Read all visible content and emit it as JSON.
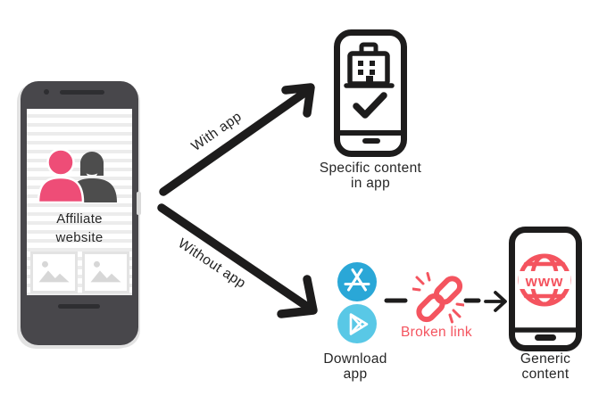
{
  "colors": {
    "ink": "#1d1c1c",
    "text": "#2b2b2b",
    "pink": "#ee4d77",
    "link-red": "#f4545f",
    "appstore-blue": "#2aa7d7",
    "play-cyan": "#59c8e6",
    "phone-dark": "#48474b",
    "screen-stripe": "#ececec",
    "placeholder-gray": "#d7d7d7",
    "placeholder-border": "#e3e3e3"
  },
  "affiliate": {
    "line1": "Affiliate",
    "line2": "website"
  },
  "labels": {
    "with_app": "With app",
    "without_app": "Without app",
    "broken": "Broken link"
  },
  "specific": {
    "line1": "Specific content",
    "line2": "in app"
  },
  "download": {
    "line1": "Download",
    "line2": "app"
  },
  "generic": {
    "line1": "Generic",
    "line2": "content"
  },
  "globe_text": "www",
  "icons": {
    "affiliate-users-icon": "two-person-silhouettes (pink front, gray back)",
    "image-placeholder-icon": "gray picture frame with mountains and dot",
    "app-store-icon": "white A-tools glyph on blue circle",
    "google-play-icon": "white play triangle on cyan circle",
    "broken-link-icon": "pink broken chain with sparks",
    "globe-www-icon": "pink globe with www band",
    "building-check-icon": "building with checkmark inside phone outline",
    "arrow-icon": "thick black arrows"
  }
}
